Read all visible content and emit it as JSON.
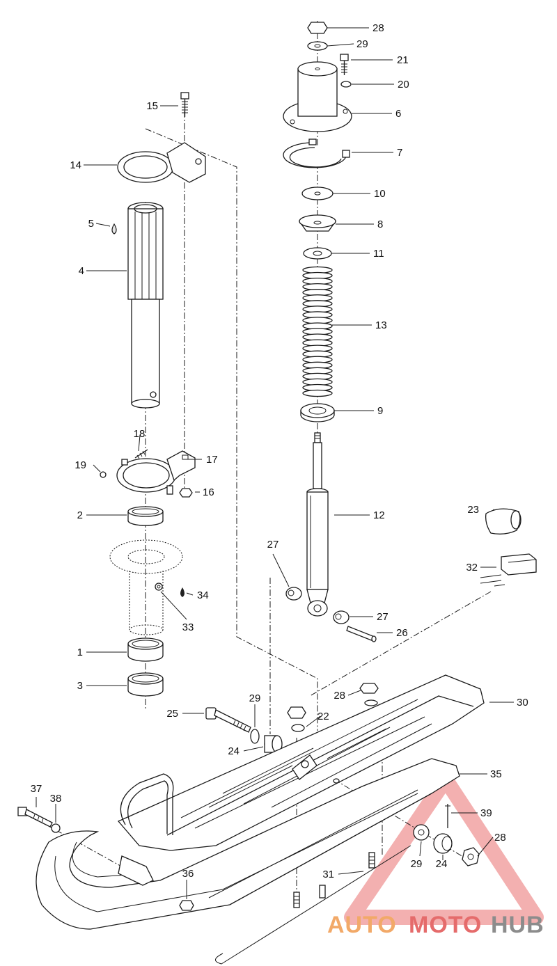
{
  "diagram": {
    "callouts": [
      "1",
      "2",
      "3",
      "4",
      "5",
      "6",
      "7",
      "8",
      "9",
      "10",
      "11",
      "12",
      "13",
      "14",
      "15",
      "16",
      "17",
      "18",
      "19",
      "20",
      "21",
      "22",
      "23",
      "24",
      "25",
      "26",
      "27",
      "28",
      "29",
      "30",
      "31",
      "32",
      "33",
      "34",
      "35",
      "36",
      "37",
      "38",
      "39"
    ],
    "leaders": [
      {
        "text": "28",
        "side": "right"
      },
      {
        "text": "29",
        "side": "right"
      },
      {
        "text": "21",
        "side": "right"
      },
      {
        "text": "20",
        "side": "right"
      },
      {
        "text": "6",
        "side": "right"
      },
      {
        "text": "7",
        "side": "right"
      },
      {
        "text": "10",
        "side": "right"
      },
      {
        "text": "8",
        "side": "right"
      },
      {
        "text": "11",
        "side": "right"
      },
      {
        "text": "13",
        "side": "right"
      },
      {
        "text": "9",
        "side": "right"
      },
      {
        "text": "12",
        "side": "right"
      },
      {
        "text": "27",
        "side": "above"
      },
      {
        "text": "27",
        "side": "right"
      },
      {
        "text": "26",
        "side": "right"
      },
      {
        "text": "15",
        "side": "left"
      },
      {
        "text": "14",
        "side": "left"
      },
      {
        "text": "5",
        "side": "left"
      },
      {
        "text": "4",
        "side": "left"
      },
      {
        "text": "18",
        "side": "above"
      },
      {
        "text": "17",
        "side": "right"
      },
      {
        "text": "19",
        "side": "left"
      },
      {
        "text": "16",
        "side": "right"
      },
      {
        "text": "2",
        "side": "left"
      },
      {
        "text": "34",
        "side": "right"
      },
      {
        "text": "33",
        "side": "below"
      },
      {
        "text": "1",
        "side": "left"
      },
      {
        "text": "3",
        "side": "left"
      },
      {
        "text": "23",
        "side": "left"
      },
      {
        "text": "32",
        "side": "left"
      },
      {
        "text": "28",
        "side": "left"
      },
      {
        "text": "22",
        "side": "right"
      },
      {
        "text": "30",
        "side": "right"
      },
      {
        "text": "29",
        "side": "above"
      },
      {
        "text": "25",
        "side": "left"
      },
      {
        "text": "24",
        "side": "left"
      },
      {
        "text": "35",
        "side": "right"
      },
      {
        "text": "37",
        "side": "above"
      },
      {
        "text": "38",
        "side": "above"
      },
      {
        "text": "39",
        "side": "right"
      },
      {
        "text": "28",
        "side": "right"
      },
      {
        "text": "29",
        "side": "below"
      },
      {
        "text": "24",
        "side": "below"
      },
      {
        "text": "36",
        "side": "above"
      },
      {
        "text": "31",
        "side": "left"
      }
    ]
  },
  "watermark": {
    "part1": "AUTO",
    "part2": "MOTO",
    "part3": "HUB",
    "color_orange": "#f2a968",
    "color_red": "#e56b6b",
    "color_gray": "#8c8c8c"
  }
}
